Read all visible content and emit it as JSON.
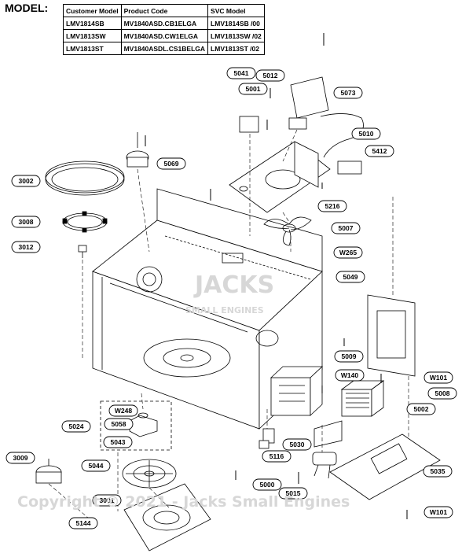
{
  "model": {
    "label": "MODEL:",
    "headers": [
      "Customer Model",
      "Product Code",
      "SVC Model"
    ],
    "rows": [
      [
        "LMV1814SB",
        "MV1840ASD.CB1ELGA",
        "LMV1814SB /00"
      ],
      [
        "LMV1813SW",
        "MV1840ASD.CW1ELGA",
        "LMV1813SW /02"
      ],
      [
        "LMV1813ST",
        "MV1840ASDL.CS1BELGA",
        "LMV1813ST /02"
      ]
    ]
  },
  "callouts": [
    {
      "id": "5041",
      "label": "5041"
    },
    {
      "id": "5012",
      "label": "5012"
    },
    {
      "id": "5001",
      "label": "5001"
    },
    {
      "id": "5073",
      "label": "5073"
    },
    {
      "id": "5010",
      "label": "5010"
    },
    {
      "id": "5069",
      "label": "5069"
    },
    {
      "id": "5412",
      "label": "5412"
    },
    {
      "id": "3002",
      "label": "3002"
    },
    {
      "id": "5216",
      "label": "5216"
    },
    {
      "id": "3008",
      "label": "3008"
    },
    {
      "id": "5007",
      "label": "5007"
    },
    {
      "id": "3012",
      "label": "3012"
    },
    {
      "id": "W265",
      "label": "W265"
    },
    {
      "id": "5049",
      "label": "5049"
    },
    {
      "id": "5009",
      "label": "5009"
    },
    {
      "id": "W140",
      "label": "W140"
    },
    {
      "id": "W101a",
      "label": "W101"
    },
    {
      "id": "5008",
      "label": "5008"
    },
    {
      "id": "W248",
      "label": "W248"
    },
    {
      "id": "5002",
      "label": "5002"
    },
    {
      "id": "5024",
      "label": "5024"
    },
    {
      "id": "5058",
      "label": "5058"
    },
    {
      "id": "5043",
      "label": "5043"
    },
    {
      "id": "5030",
      "label": "5030"
    },
    {
      "id": "3009",
      "label": "3009"
    },
    {
      "id": "5116",
      "label": "5116"
    },
    {
      "id": "5044",
      "label": "5044"
    },
    {
      "id": "5035",
      "label": "5035"
    },
    {
      "id": "5000",
      "label": "5000"
    },
    {
      "id": "5015",
      "label": "5015"
    },
    {
      "id": "3001",
      "label": "3001"
    },
    {
      "id": "W101b",
      "label": "W101"
    },
    {
      "id": "5144",
      "label": "5144"
    }
  ],
  "watermark": {
    "logo_main": "JACKS",
    "logo_sub": "SMALL ENGINES",
    "copyright": "Copyright © 2021 - Jacks Small Engines"
  },
  "colors": {
    "ink": "#000000",
    "watermark": "#d7d7d7",
    "background": "#ffffff"
  }
}
